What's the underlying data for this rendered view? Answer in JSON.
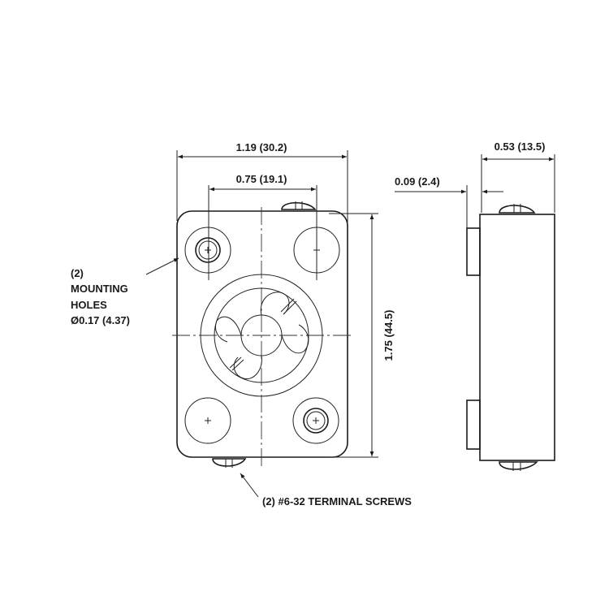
{
  "front_view": {
    "overall_width": "1.19 (30.2)",
    "hole_spacing": "0.75 (19.1)",
    "overall_height": "1.75 (44.5)",
    "mounting_holes_note": [
      "(2)",
      "MOUNTING",
      "HOLES",
      "Ø0.17 (4.37)"
    ],
    "terminal_screws_note": "(2) #6-32 TERMINAL SCREWS"
  },
  "side_view": {
    "depth": "0.53 (13.5)",
    "tab_offset": "0.09 (2.4)"
  }
}
